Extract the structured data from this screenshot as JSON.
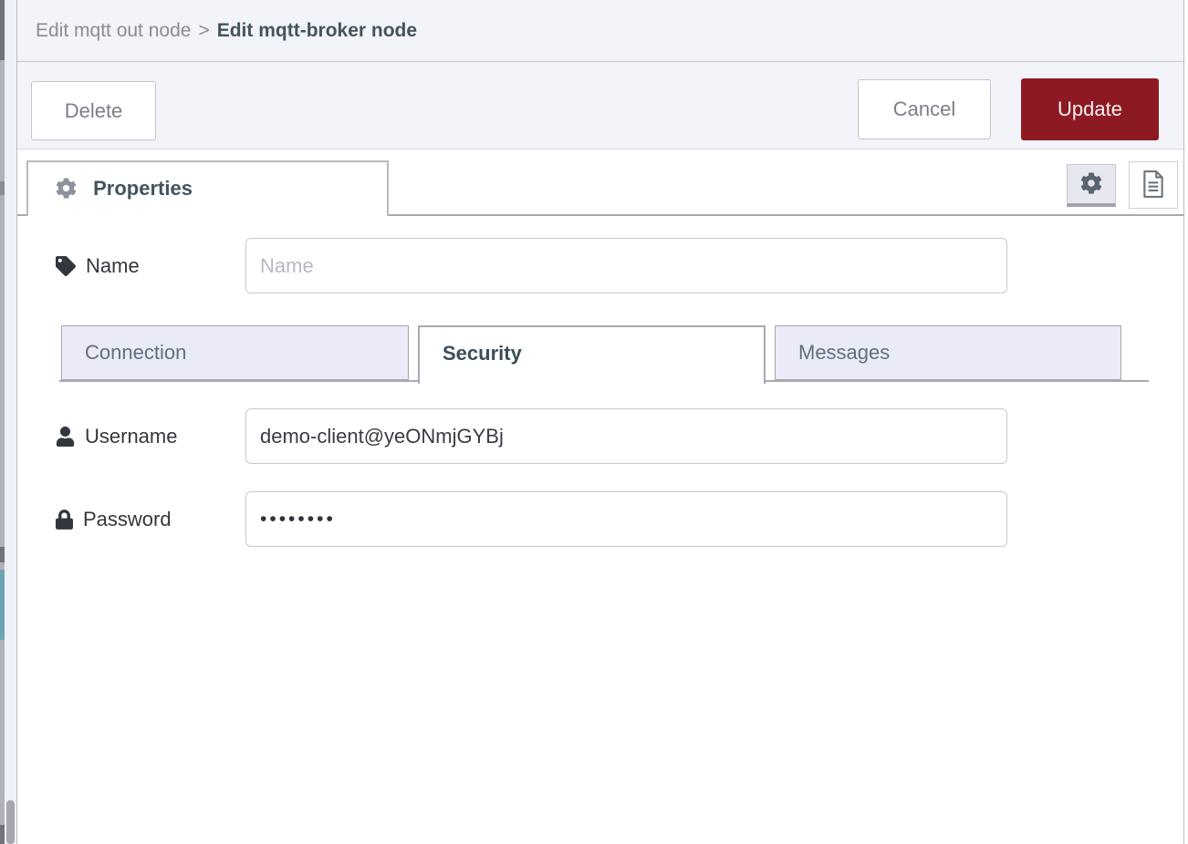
{
  "breadcrumb": {
    "parent": "Edit mqtt out node",
    "separator": ">",
    "current": "Edit mqtt-broker node"
  },
  "buttons": {
    "delete": "Delete",
    "cancel": "Cancel",
    "update": "Update"
  },
  "properties_tab": {
    "label": "Properties",
    "icon": "gear-icon"
  },
  "toolbar_icons": [
    {
      "name": "gear-icon",
      "selected": true
    },
    {
      "name": "document-icon",
      "selected": false
    }
  ],
  "form": {
    "name": {
      "label": "Name",
      "icon": "tag-icon",
      "value": "",
      "placeholder": "Name"
    },
    "tabs": [
      {
        "label": "Connection",
        "active": false
      },
      {
        "label": "Security",
        "active": true
      },
      {
        "label": "Messages",
        "active": false
      }
    ],
    "username": {
      "label": "Username",
      "icon": "user-icon",
      "value": "demo-client@yeONmjGYBj"
    },
    "password": {
      "label": "Password",
      "icon": "lock-icon",
      "value": "••••••••",
      "masked_char_count": 8
    }
  },
  "colors": {
    "update_button": "#8d1a23",
    "header_bg": "#f3f3fa",
    "inactive_tab_bg": "#eaebf7",
    "active_text": "#43545e",
    "tab_border": "#a9a9b2"
  }
}
